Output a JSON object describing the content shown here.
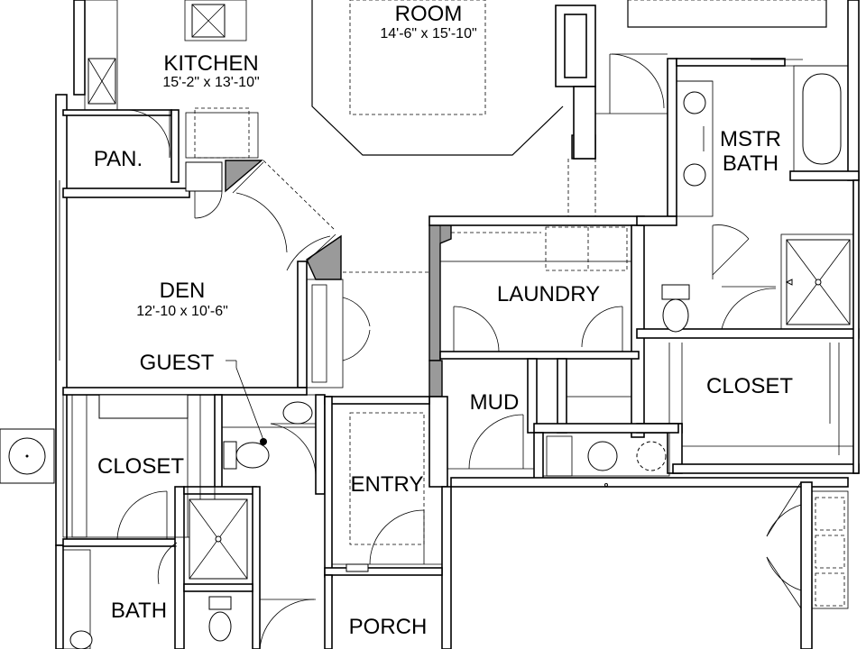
{
  "rooms": {
    "room": {
      "name": "ROOM",
      "dims": "14'-6\" x 15'-10\""
    },
    "kitchen": {
      "name": "KITCHEN",
      "dims": "15'-2\" x 13'-10\""
    },
    "pantry": {
      "name": "PAN."
    },
    "mstr_bath": {
      "line1": "MSTR",
      "line2": "BATH"
    },
    "den": {
      "name": "DEN",
      "dims": "12'-10  x 10'-6\""
    },
    "guest": {
      "name": "GUEST"
    },
    "laundry": {
      "name": "LAUNDRY"
    },
    "mud": {
      "name": "MUD"
    },
    "closet_right": {
      "name": "CLOSET"
    },
    "closet_left": {
      "name": "CLOSET"
    },
    "entry": {
      "name": "ENTRY"
    },
    "bath": {
      "name": "BATH"
    },
    "porch": {
      "name": "PORCH"
    }
  }
}
